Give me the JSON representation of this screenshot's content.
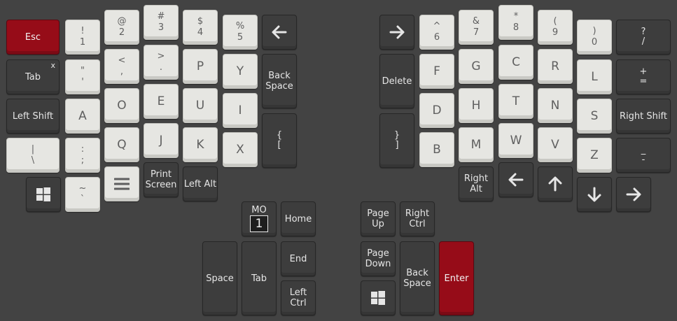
{
  "keys": {
    "esc": "Esc",
    "k1": "!\n1",
    "k2": "@\n2",
    "k3": "#\n3",
    "k4": "$\n4",
    "k5": "%\n5",
    "k6": "^\n6",
    "k7": "&\n7",
    "k8": "*\n8",
    "k9": "(\n9",
    "k0": ")\n0",
    "slash": "?\n/",
    "tab": "Tab",
    "tab_sub": "x",
    "quote": "\"\n'",
    "comma": "<\n,",
    "period": ">\n.",
    "p": "P",
    "y": "Y",
    "backspace_l": "Back\nSpace",
    "delete": "Delete",
    "f": "F",
    "g": "G",
    "c": "C",
    "r": "R",
    "l": "L",
    "equal": "+\n=",
    "left_shift": "Left Shift",
    "a": "A",
    "o": "O",
    "e": "E",
    "u": "U",
    "i": "I",
    "bracket_l": "{\n[",
    "bracket_r": "}\n]",
    "d": "D",
    "h": "H",
    "t": "T",
    "n": "N",
    "s": "S",
    "right_shift": "Right Shift",
    "backslash": "|\n\\",
    "semicolon": ":\n;",
    "q": "Q",
    "j": "J",
    "k": "K",
    "x": "X",
    "b": "B",
    "m": "M",
    "w": "W",
    "v": "V",
    "z": "Z",
    "minus": "_\n-",
    "grave": "~\n`",
    "print_screen": "Print\nScreen",
    "left_alt": "Left Alt",
    "right_alt": "Right\nAlt",
    "mo": "MO",
    "mo_layer": "1",
    "home": "Home",
    "end": "End",
    "left_ctrl": "Left\nCtrl",
    "space": "Space",
    "tab_thumb": "Tab",
    "page_up": "Page\nUp",
    "right_ctrl": "Right\nCtrl",
    "page_down": "Page\nDown",
    "backspace_r": "Back\nSpace",
    "enter": "Enter"
  },
  "icons": {
    "win_left": "windows-icon",
    "win_right": "windows-icon",
    "menu": "menu-icon",
    "arrow_left_top": "arrow-left-icon",
    "arrow_right_top": "arrow-right-icon",
    "arrow_left": "arrow-left-icon",
    "arrow_up": "arrow-up-icon",
    "arrow_down": "arrow-down-icon",
    "arrow_right": "arrow-right-icon"
  },
  "colors": {
    "background": "#434343",
    "light_key": "#e6e6e2",
    "dark_key": "#3d3d3d",
    "accent_red": "#960c18"
  }
}
